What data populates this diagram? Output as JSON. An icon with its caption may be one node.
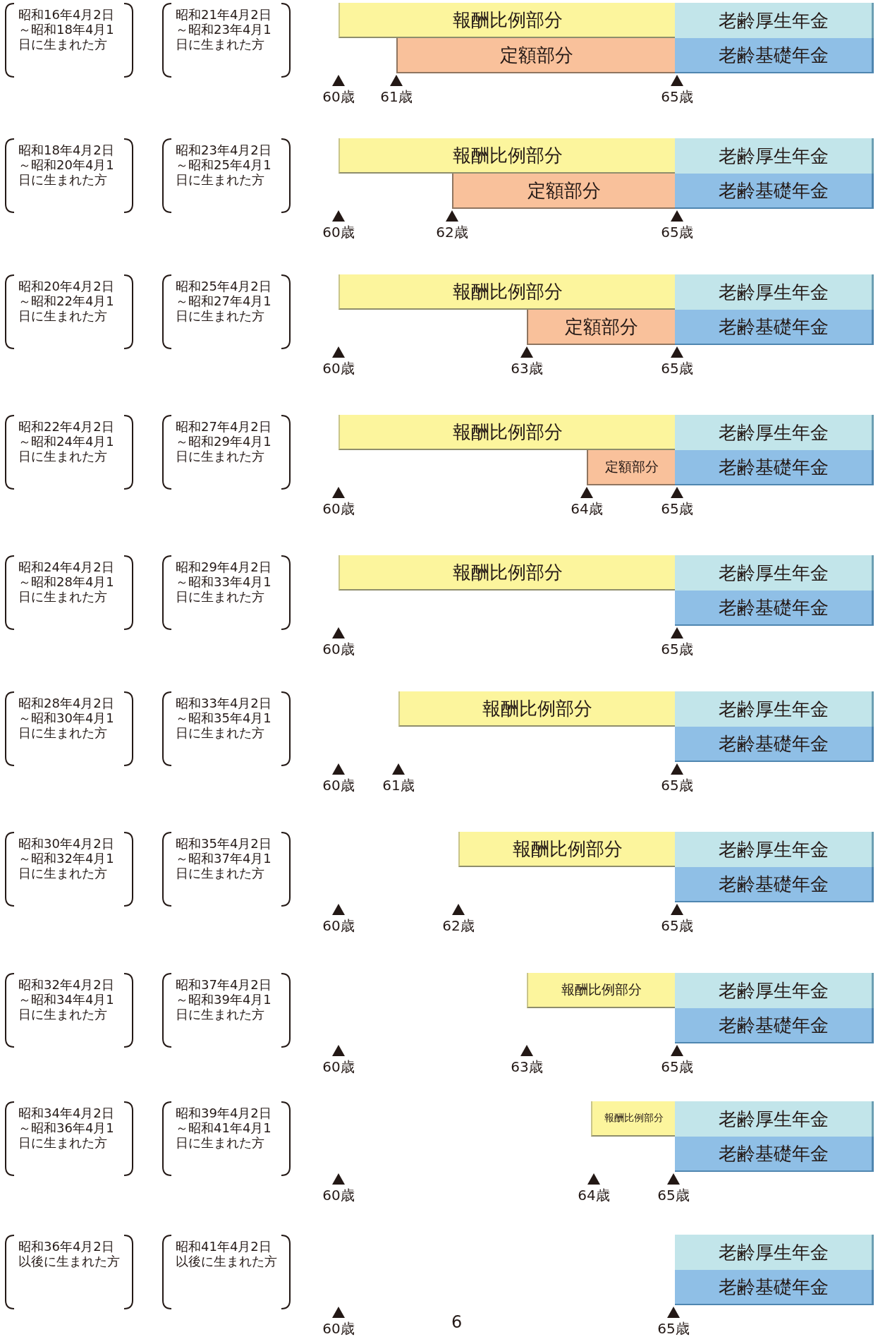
{
  "diagram": {
    "nodes": [
      {
        "text": [
          "昭和16年4月2日～昭和18年4月1日に生まれた方"
        ]
      },
      {
        "text": [
          "昭和21年4月2日～昭和23年4月1日に生まれた方"
        ]
      },
      {
        "text": [
          "報酬比例部分"
        ]
      },
      {
        "text": [
          "老齢厚生年金"
        ]
      },
      {
        "text": [
          "定額部分"
        ]
      },
      {
        "text": [
          "老齢基礎年金"
        ]
      },
      {
        "text": [
          "昭和18年4月2日～昭和20年4月1日に生まれた方"
        ]
      },
      {
        "text": [
          "昭和23年4月2日～昭和25年4月1日に生まれた方"
        ]
      },
      {
        "text": [
          "報酬比例部分"
        ]
      },
      {
        "text": [
          "老齢厚生年金"
        ]
      },
      {
        "text": [
          "定額部分"
        ]
      },
      {
        "text": [
          "老齢基礎年金"
        ]
      },
      {
        "text": [
          "昭和20年4月2日～昭和22年4月1日に生まれた方"
        ]
      },
      {
        "text": [
          "昭和25年4月2日～昭和27年4月1日に生まれた方"
        ]
      },
      {
        "text": [
          "報酬比例部分"
        ]
      },
      {
        "text": [
          "老齢厚生年金"
        ]
      },
      {
        "text": [
          "定額部分"
        ]
      },
      {
        "text": [
          "老齢基礎年金"
        ]
      },
      {
        "text": [
          "昭和22年4月2日～昭和24年4月1日に生まれた方"
        ]
      },
      {
        "text": [
          "昭和27年4月2日～昭和29年4月1日に生まれた方"
        ]
      },
      {
        "text": [
          "報酬比例部分"
        ]
      },
      {
        "text": [
          "老齢厚生年金"
        ]
      },
      {
        "text": [
          "定額部分"
        ]
      },
      {
        "text": [
          "老齢基礎年金"
        ]
      },
      {
        "text": [
          "昭和24年4月2日～昭和28年4月1日に生まれた方"
        ]
      },
      {
        "text": [
          "昭和29年4月2日～昭和33年4月1日に生まれた方"
        ]
      },
      {
        "text": [
          "報酬比例部分"
        ]
      },
      {
        "text": [
          "老齢厚生年金"
        ]
      },
      {
        "text": [
          "老齢基礎年金"
        ]
      },
      {
        "text": [
          "昭和28年4月2日～昭和30年4月1日に生まれた方"
        ]
      },
      {
        "text": [
          "昭和33年4月2日～昭和35年4月1日に生まれた方"
        ]
      },
      {
        "text": [
          "報酬比例部分"
        ]
      },
      {
        "text": [
          "老齢厚生年金"
        ]
      },
      {
        "text": [
          "老齢基礎年金"
        ]
      },
      {
        "text": [
          "昭和30年4月2日～昭和32年4月1日に生まれた方"
        ]
      },
      {
        "text": [
          "昭和35年4月2日～昭和37年4月1日に生まれた方"
        ]
      },
      {
        "text": [
          "報酬比例部分"
        ]
      },
      {
        "text": [
          "老齢厚生年金"
        ]
      },
      {
        "text": [
          "老齢基礎年金"
        ]
      },
      {
        "text": [
          "昭和32年4月2日～昭和34年4月1日に生まれた方"
        ]
      },
      {
        "text": [
          "昭和37年4月2日～昭和39年4月1日に生まれた方"
        ]
      },
      {
        "text": [
          "報酬比例部分"
        ]
      },
      {
        "text": [
          "老齢厚生年金"
        ]
      },
      {
        "text": [
          "老齢基礎年金"
        ]
      },
      {
        "text": [
          "昭和34年4月2日～昭和36年4月1日に生まれた方"
        ]
      },
      {
        "text": [
          "昭和39年4月2日～昭和41年4月1日に生まれた方"
        ]
      },
      {
        "text": [
          "報酬比例部分"
        ]
      },
      {
        "text": [
          "老齢厚生年金"
        ]
      },
      {
        "text": [
          "老齢基礎年金"
        ]
      },
      {
        "text": [
          "昭和36年4月2日以後に生まれた方"
        ]
      },
      {
        "text": [
          "昭和41年4月2日以後に生まれた方"
        ]
      },
      {
        "text": [
          "老齢厚生年金"
        ]
      },
      {
        "text": [
          "老齢基礎年金"
        ]
      }
    ],
    "labels": [
      "60歳",
      "61歳",
      "65歳",
      "60歳",
      "62歳",
      "65歳",
      "60歳",
      "63歳",
      "65歳",
      "60歳",
      "64歳",
      "65歳",
      "60歳",
      "65歳",
      "60歳",
      "61歳",
      "65歳",
      "60歳",
      "62歳",
      "65歳",
      "60歳",
      "63歳",
      "65歳",
      "60歳",
      "64歳",
      "65歳",
      "60歳",
      "65歳",
      "6"
    ]
  }
}
